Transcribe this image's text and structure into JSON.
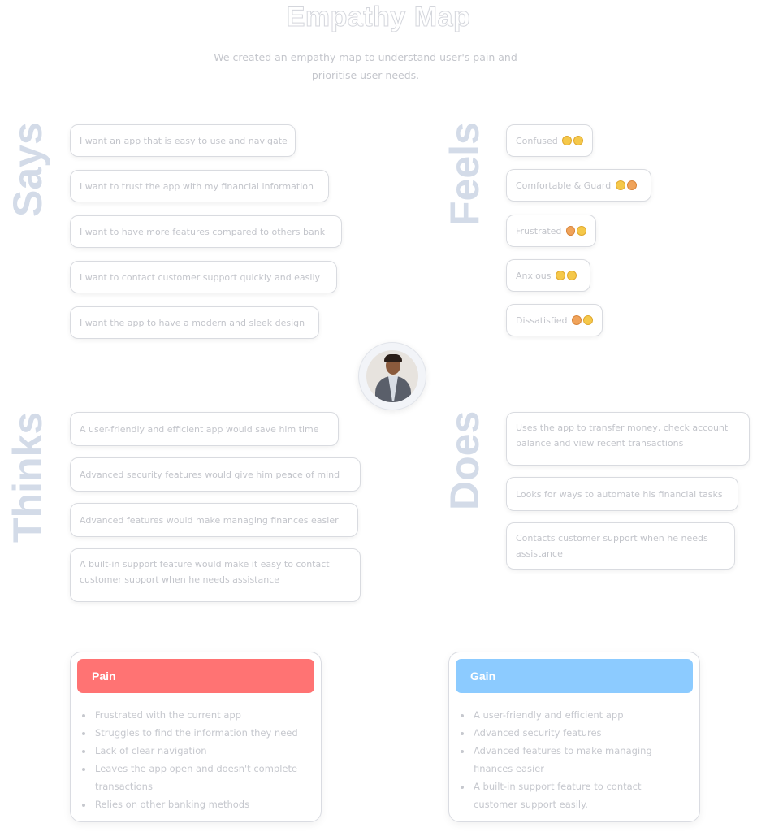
{
  "title": "Empathy Map",
  "subtitle": "We created an empathy map to understand user's pain and prioritise user needs.",
  "colors": {
    "pain": "#ff7373",
    "gain": "#8ccbff",
    "quadrant_label": "#d3dbe8"
  },
  "says": {
    "label": "Says",
    "items": [
      "I want an app that is easy to use and navigate",
      "I want to trust the app with my financial information",
      "I want to have more features compared to others bank",
      "I want to contact customer support quickly and easily",
      "I want the app to have a modern and sleek design"
    ]
  },
  "feels": {
    "label": "Feels",
    "items": [
      {
        "text": "Confused",
        "emoji": [
          "confused-face-icon",
          "confused-face-icon"
        ]
      },
      {
        "text": "Comfortable & Guard",
        "emoji": [
          "smiling-face-icon",
          "shield-face-icon"
        ]
      },
      {
        "text": "Frustrated",
        "emoji": [
          "frustrated-face-icon",
          "frustrated-face-icon"
        ]
      },
      {
        "text": "Anxious",
        "emoji": [
          "anxious-face-icon",
          "anxious-face-icon"
        ]
      },
      {
        "text": "Dissatisfied",
        "emoji": [
          "dissatisfied-face-icon",
          "dissatisfied-face-icon"
        ]
      }
    ]
  },
  "thinks": {
    "label": "Thinks",
    "items": [
      "A user-friendly and efficient app would save him time",
      "Advanced security features would give him peace of mind",
      "Advanced features would make managing finances easier",
      "A built-in support feature would make it easy to contact customer support when he needs assistance"
    ]
  },
  "does": {
    "label": "Does",
    "items": [
      "Uses the app to transfer money, check account balance and view recent transactions",
      "Looks for ways to automate his financial tasks",
      "Contacts customer support when he needs assistance"
    ]
  },
  "pain": {
    "title": "Pain",
    "items": [
      "Frustrated with the current app",
      "Struggles to find the information they need",
      "Lack of clear navigation",
      "Leaves the app open and doesn't complete transactions",
      "Relies on other banking methods"
    ]
  },
  "gain": {
    "title": "Gain",
    "items": [
      "A user-friendly and efficient app",
      "Advanced security features",
      "Advanced features to make managing finances easier",
      "A built-in support feature to contact customer support easily."
    ]
  }
}
